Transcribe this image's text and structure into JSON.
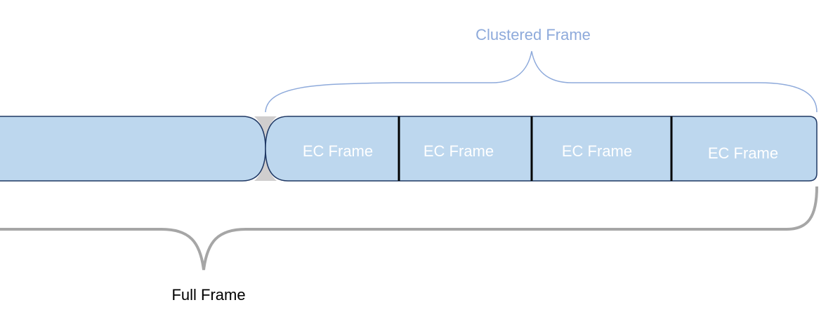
{
  "diagram": {
    "clustered_frame_label": "Clustered Frame",
    "full_frame_label": "Full Frame",
    "ec_frames": [
      {
        "label": "EC Frame"
      },
      {
        "label": "EC Frame"
      },
      {
        "label": "EC Frame"
      },
      {
        "label": "EC Frame"
      }
    ]
  },
  "colors": {
    "frame_fill": "#bdd7ee",
    "frame_stroke": "#1f3864",
    "gap_fill": "#d0cece",
    "ec_label": "#ffffff",
    "clustered_brace": "#8eaadb",
    "clustered_label": "#8eaadb",
    "full_brace": "#a6a6a6",
    "full_label": "#000000"
  }
}
